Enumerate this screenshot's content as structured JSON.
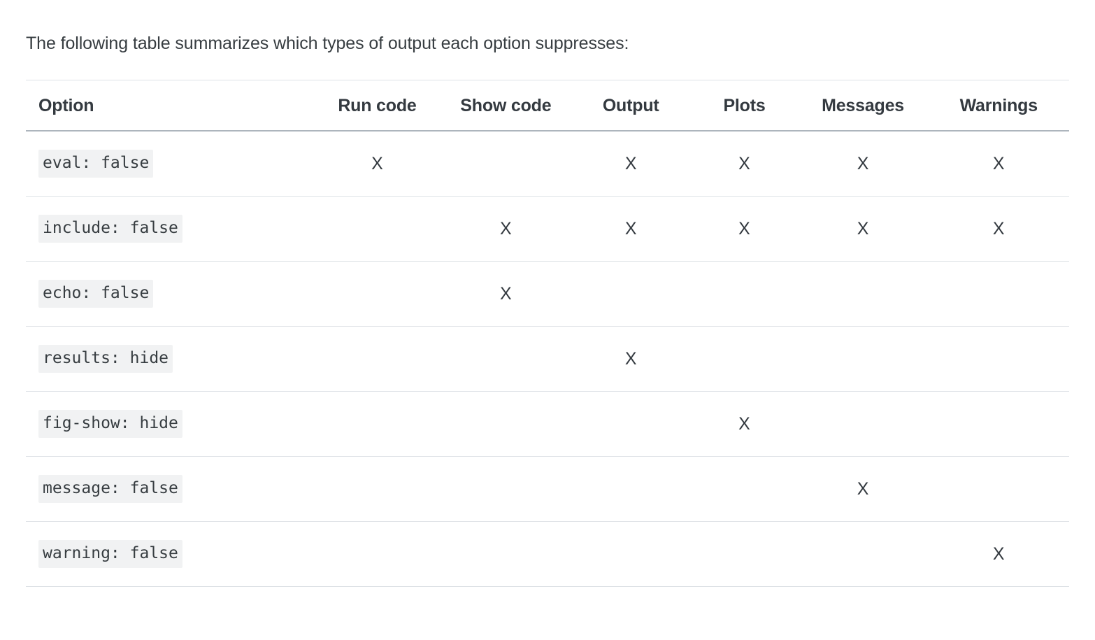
{
  "intro": {
    "text": "The following table summarizes which types of output each option suppresses:"
  },
  "table": {
    "columns": [
      {
        "key": "option",
        "label": "Option"
      },
      {
        "key": "run",
        "label": "Run code"
      },
      {
        "key": "show",
        "label": "Show code"
      },
      {
        "key": "output",
        "label": "Output"
      },
      {
        "key": "plots",
        "label": "Plots"
      },
      {
        "key": "messages",
        "label": "Messages"
      },
      {
        "key": "warnings",
        "label": "Warnings"
      }
    ],
    "mark": "X",
    "rows": [
      {
        "option": "eval: false",
        "run": "X",
        "show": "",
        "output": "X",
        "plots": "X",
        "messages": "X",
        "warnings": "X"
      },
      {
        "option": "include: false",
        "run": "",
        "show": "X",
        "output": "X",
        "plots": "X",
        "messages": "X",
        "warnings": "X"
      },
      {
        "option": "echo: false",
        "run": "",
        "show": "X",
        "output": "",
        "plots": "",
        "messages": "",
        "warnings": ""
      },
      {
        "option": "results: hide",
        "run": "",
        "show": "",
        "output": "X",
        "plots": "",
        "messages": "",
        "warnings": ""
      },
      {
        "option": "fig-show: hide",
        "run": "",
        "show": "",
        "output": "",
        "plots": "X",
        "messages": "",
        "warnings": ""
      },
      {
        "option": "message: false",
        "run": "",
        "show": "",
        "output": "",
        "plots": "",
        "messages": "X",
        "warnings": ""
      },
      {
        "option": "warning: false",
        "run": "",
        "show": "",
        "output": "",
        "plots": "",
        "messages": "",
        "warnings": "X"
      }
    ]
  },
  "colors": {
    "text": "#343a40",
    "body_text": "#373d41",
    "code_bg": "#f1f2f3",
    "rule_light": "#dee2e6",
    "rule_header": "#adb5bd",
    "page_bg": "#ffffff"
  }
}
